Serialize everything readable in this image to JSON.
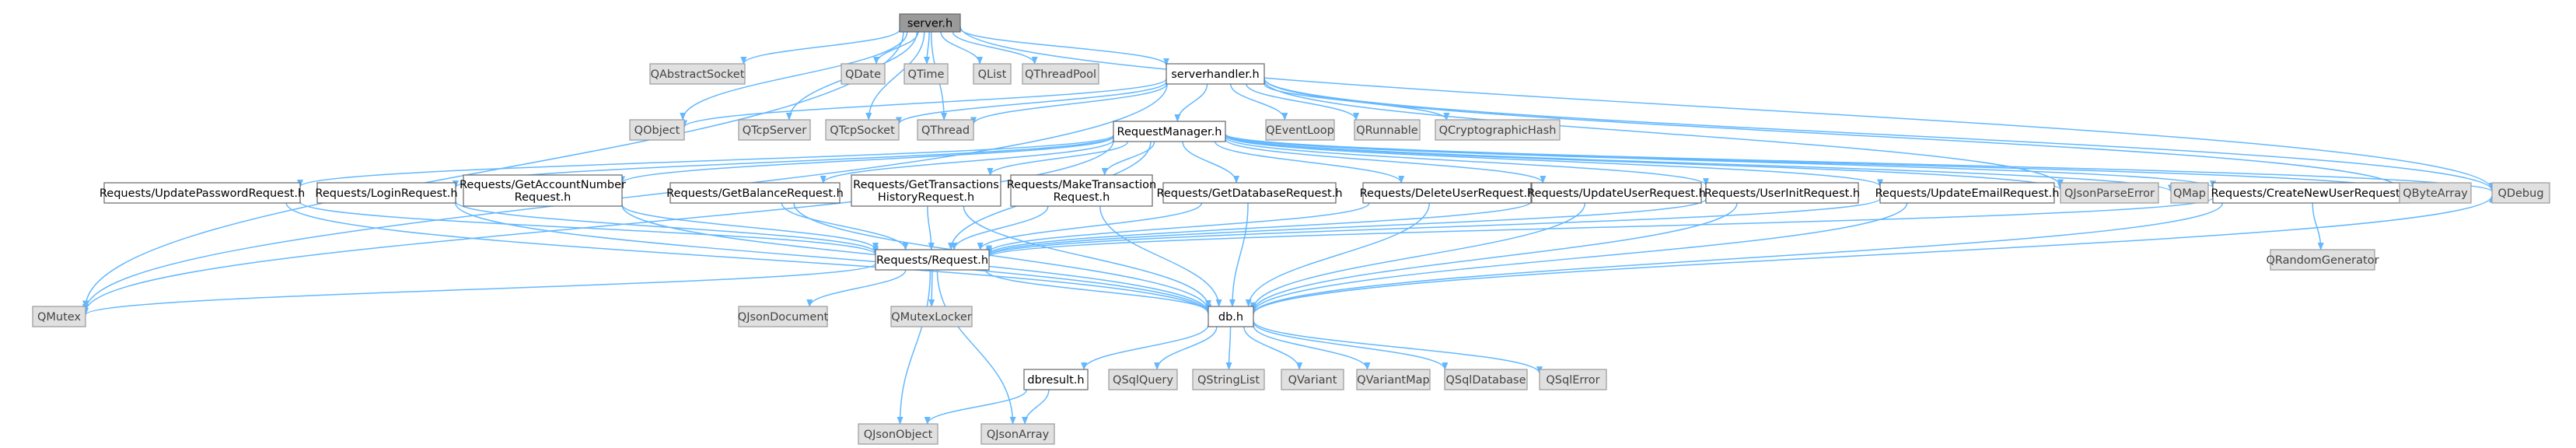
{
  "graph": {
    "nodes": [
      {
        "id": "server",
        "label": "server.h",
        "kind": "focus"
      },
      {
        "id": "QAbstractSocket",
        "label": "QAbstractSocket",
        "kind": "external"
      },
      {
        "id": "QDate",
        "label": "QDate",
        "kind": "external"
      },
      {
        "id": "QTime",
        "label": "QTime",
        "kind": "external"
      },
      {
        "id": "QList",
        "label": "QList",
        "kind": "external"
      },
      {
        "id": "QThreadPool",
        "label": "QThreadPool",
        "kind": "external"
      },
      {
        "id": "serverhandler",
        "label": "serverhandler.h",
        "kind": "internal"
      },
      {
        "id": "QObject",
        "label": "QObject",
        "kind": "external"
      },
      {
        "id": "QTcpServer",
        "label": "QTcpServer",
        "kind": "external"
      },
      {
        "id": "QTcpSocket",
        "label": "QTcpSocket",
        "kind": "external"
      },
      {
        "id": "QThread",
        "label": "QThread",
        "kind": "external"
      },
      {
        "id": "QEventLoop",
        "label": "QEventLoop",
        "kind": "external"
      },
      {
        "id": "QRunnable",
        "label": "QRunnable",
        "kind": "external"
      },
      {
        "id": "QCryptographicHash",
        "label": "QCryptographicHash",
        "kind": "external"
      },
      {
        "id": "RequestManager",
        "label": "RequestManager.h",
        "kind": "internal"
      },
      {
        "id": "UpdatePassword",
        "label": "Requests/UpdatePasswordRequest.h",
        "kind": "internal"
      },
      {
        "id": "LoginRequest",
        "label": "Requests/LoginRequest.h",
        "kind": "internal"
      },
      {
        "id": "GetAccountNumber",
        "label": [
          "Requests/GetAccountNumber",
          "Request.h"
        ],
        "kind": "internal"
      },
      {
        "id": "GetBalance",
        "label": "Requests/GetBalanceRequest.h",
        "kind": "internal"
      },
      {
        "id": "GetTransactions",
        "label": [
          "Requests/GetTransactions",
          "HistoryRequest.h"
        ],
        "kind": "internal"
      },
      {
        "id": "MakeTransaction",
        "label": [
          "Requests/MakeTransaction",
          "Request.h"
        ],
        "kind": "internal"
      },
      {
        "id": "GetDatabase",
        "label": "Requests/GetDatabaseRequest.h",
        "kind": "internal"
      },
      {
        "id": "DeleteUser",
        "label": "Requests/DeleteUserRequest.h",
        "kind": "internal"
      },
      {
        "id": "UpdateUser",
        "label": "Requests/UpdateUserRequest.h",
        "kind": "internal"
      },
      {
        "id": "UserInit",
        "label": "Requests/UserInitRequest.h",
        "kind": "internal"
      },
      {
        "id": "UpdateEmail",
        "label": "Requests/UpdateEmailRequest.h",
        "kind": "internal"
      },
      {
        "id": "QJsonParseError",
        "label": "QJsonParseError",
        "kind": "external"
      },
      {
        "id": "QMap",
        "label": "QMap",
        "kind": "external"
      },
      {
        "id": "CreateNewUser",
        "label": "Requests/CreateNewUserRequest.h",
        "kind": "internal"
      },
      {
        "id": "QByteArray",
        "label": "QByteArray",
        "kind": "external"
      },
      {
        "id": "QDebug",
        "label": "QDebug",
        "kind": "external"
      },
      {
        "id": "QRandomGenerator",
        "label": "QRandomGenerator",
        "kind": "external"
      },
      {
        "id": "Request",
        "label": "Requests/Request.h",
        "kind": "internal"
      },
      {
        "id": "QMutex",
        "label": "QMutex",
        "kind": "external"
      },
      {
        "id": "QJsonDocument",
        "label": "QJsonDocument",
        "kind": "external"
      },
      {
        "id": "QMutexLocker",
        "label": "QMutexLocker",
        "kind": "external"
      },
      {
        "id": "db",
        "label": "db.h",
        "kind": "internal"
      },
      {
        "id": "dbresult",
        "label": "dbresult.h",
        "kind": "internal"
      },
      {
        "id": "QSqlQuery",
        "label": "QSqlQuery",
        "kind": "external"
      },
      {
        "id": "QStringList",
        "label": "QStringList",
        "kind": "external"
      },
      {
        "id": "QVariant",
        "label": "QVariant",
        "kind": "external"
      },
      {
        "id": "QVariantMap",
        "label": "QVariantMap",
        "kind": "external"
      },
      {
        "id": "QSqlDatabase",
        "label": "QSqlDatabase",
        "kind": "external"
      },
      {
        "id": "QSqlError",
        "label": "QSqlError",
        "kind": "external"
      },
      {
        "id": "QJsonObject",
        "label": "QJsonObject",
        "kind": "external"
      },
      {
        "id": "QJsonArray",
        "label": "QJsonArray",
        "kind": "external"
      }
    ],
    "edges": [
      [
        "server",
        "QAbstractSocket"
      ],
      [
        "server",
        "QDate"
      ],
      [
        "server",
        "QTime"
      ],
      [
        "server",
        "QList"
      ],
      [
        "server",
        "QThreadPool"
      ],
      [
        "server",
        "serverhandler"
      ],
      [
        "server",
        "QObject"
      ],
      [
        "server",
        "QTcpServer"
      ],
      [
        "server",
        "QTcpSocket"
      ],
      [
        "server",
        "QThread"
      ],
      [
        "server",
        "QMutex"
      ],
      [
        "server",
        "QDebug"
      ],
      [
        "serverhandler",
        "QObject"
      ],
      [
        "serverhandler",
        "QTcpSocket"
      ],
      [
        "serverhandler",
        "QThread"
      ],
      [
        "serverhandler",
        "QEventLoop"
      ],
      [
        "serverhandler",
        "QRunnable"
      ],
      [
        "serverhandler",
        "QCryptographicHash"
      ],
      [
        "serverhandler",
        "RequestManager"
      ],
      [
        "serverhandler",
        "QByteArray"
      ],
      [
        "serverhandler",
        "QDebug"
      ],
      [
        "serverhandler",
        "QMutex"
      ],
      [
        "serverhandler",
        "QJsonParseError"
      ],
      [
        "RequestManager",
        "UpdatePassword"
      ],
      [
        "RequestManager",
        "LoginRequest"
      ],
      [
        "RequestManager",
        "GetAccountNumber"
      ],
      [
        "RequestManager",
        "GetBalance"
      ],
      [
        "RequestManager",
        "GetTransactions"
      ],
      [
        "RequestManager",
        "MakeTransaction"
      ],
      [
        "RequestManager",
        "GetDatabase"
      ],
      [
        "RequestManager",
        "DeleteUser"
      ],
      [
        "RequestManager",
        "UpdateUser"
      ],
      [
        "RequestManager",
        "UserInit"
      ],
      [
        "RequestManager",
        "UpdateEmail"
      ],
      [
        "RequestManager",
        "QJsonParseError"
      ],
      [
        "RequestManager",
        "QMap"
      ],
      [
        "RequestManager",
        "CreateNewUser"
      ],
      [
        "RequestManager",
        "QByteArray"
      ],
      [
        "RequestManager",
        "QDebug"
      ],
      [
        "RequestManager",
        "QMutex"
      ],
      [
        "RequestManager",
        "Request"
      ],
      [
        "UpdatePassword",
        "Request"
      ],
      [
        "UpdatePassword",
        "db"
      ],
      [
        "LoginRequest",
        "Request"
      ],
      [
        "LoginRequest",
        "db"
      ],
      [
        "GetAccountNumber",
        "Request"
      ],
      [
        "GetAccountNumber",
        "db"
      ],
      [
        "GetBalance",
        "Request"
      ],
      [
        "GetBalance",
        "db"
      ],
      [
        "GetTransactions",
        "Request"
      ],
      [
        "GetTransactions",
        "db"
      ],
      [
        "MakeTransaction",
        "Request"
      ],
      [
        "MakeTransaction",
        "db"
      ],
      [
        "GetDatabase",
        "Request"
      ],
      [
        "GetDatabase",
        "db"
      ],
      [
        "DeleteUser",
        "Request"
      ],
      [
        "DeleteUser",
        "db"
      ],
      [
        "UpdateUser",
        "Request"
      ],
      [
        "UpdateUser",
        "db"
      ],
      [
        "UserInit",
        "Request"
      ],
      [
        "UserInit",
        "db"
      ],
      [
        "UpdateEmail",
        "Request"
      ],
      [
        "UpdateEmail",
        "db"
      ],
      [
        "CreateNewUser",
        "Request"
      ],
      [
        "CreateNewUser",
        "db"
      ],
      [
        "CreateNewUser",
        "QRandomGenerator"
      ],
      [
        "Request",
        "QMutex"
      ],
      [
        "Request",
        "QJsonDocument"
      ],
      [
        "Request",
        "QMutexLocker"
      ],
      [
        "Request",
        "db"
      ],
      [
        "Request",
        "QJsonObject"
      ],
      [
        "Request",
        "QJsonArray"
      ],
      [
        "db",
        "dbresult"
      ],
      [
        "db",
        "QSqlQuery"
      ],
      [
        "db",
        "QStringList"
      ],
      [
        "db",
        "QVariant"
      ],
      [
        "db",
        "QVariantMap"
      ],
      [
        "db",
        "QSqlDatabase"
      ],
      [
        "db",
        "QSqlError"
      ],
      [
        "db",
        "QDebug"
      ],
      [
        "dbresult",
        "QJsonObject"
      ],
      [
        "dbresult",
        "QJsonArray"
      ]
    ]
  },
  "colors": {
    "edge": "#63b8ff",
    "internal_fill": "#ffffff",
    "internal_stroke": "#666666",
    "external_fill": "#e0e0e0",
    "external_stroke": "#999999",
    "focus_fill": "#9a9a9a"
  }
}
